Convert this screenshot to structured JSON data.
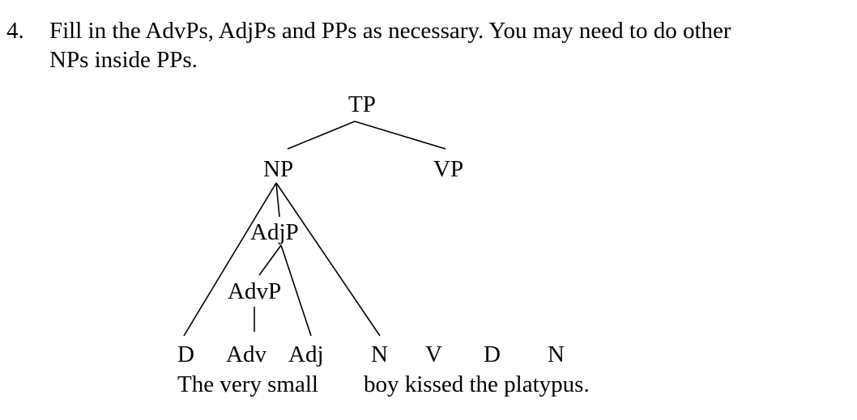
{
  "exercise": {
    "number": "4.",
    "instruction_line1": "Fill in the AdvPs, AdjPs and PPs as necessary. You may need to do other",
    "instruction_line2": "NPs inside PPs."
  },
  "tree": {
    "nodes": {
      "tp": "TP",
      "np": "NP",
      "vp": "VP",
      "adjp": "AdjP",
      "advp": "AdvP"
    },
    "categories": {
      "d1": "D",
      "adv": "Adv",
      "adj": "Adj",
      "n1": "N",
      "v": "V",
      "d2": "D",
      "n2": "N"
    },
    "sentence_part1": "The very small",
    "sentence_part2": "boy kissed the platypus."
  }
}
